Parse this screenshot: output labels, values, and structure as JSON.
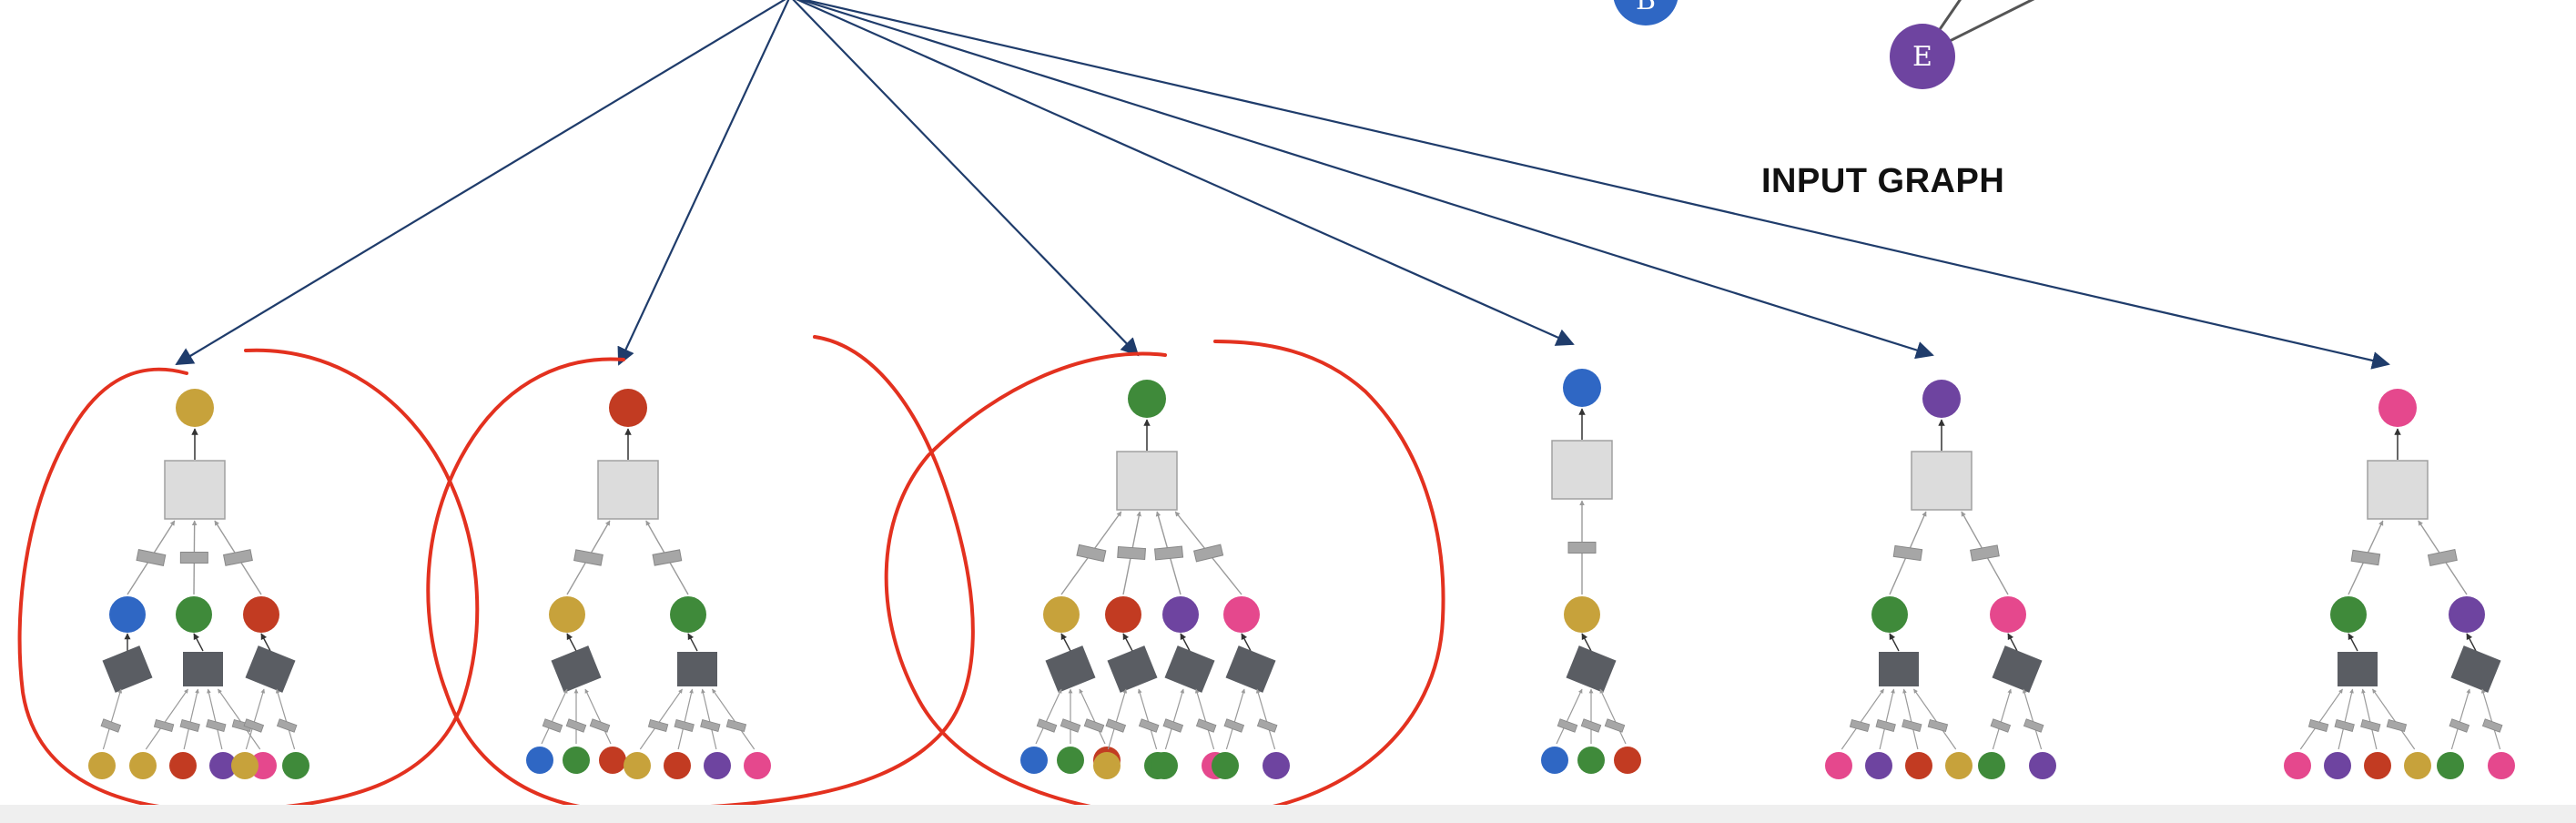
{
  "title": "INPUT GRAPH",
  "colors": {
    "gold": "#c7a23b",
    "red": "#c23b22",
    "green": "#3f8a3a",
    "blue": "#2f67c4",
    "purple": "#6e44a0",
    "pink": "#e5488d",
    "dark_box": "#5a5d63",
    "light_box": "#dcdcdc",
    "arrow": "#1f3c6b",
    "outline": "#e3311f"
  },
  "input_graph_nodes": [
    {
      "id": "B",
      "color": "blue"
    },
    {
      "id": "E",
      "color": "purple"
    }
  ],
  "trees": [
    {
      "root": "gold",
      "children": [
        {
          "node": "blue",
          "leaves": [
            "gold"
          ]
        },
        {
          "node": "green",
          "leaves": [
            "gold",
            "red",
            "purple",
            "pink"
          ]
        },
        {
          "node": "red",
          "leaves": [
            "gold",
            "green"
          ]
        }
      ],
      "outlined": true
    },
    {
      "root": "red",
      "children": [
        {
          "node": "gold",
          "leaves": [
            "blue",
            "green",
            "red"
          ]
        },
        {
          "node": "green",
          "leaves": [
            "gold",
            "red",
            "purple",
            "pink"
          ]
        }
      ],
      "outlined": true
    },
    {
      "root": "green",
      "children": [
        {
          "node": "gold",
          "leaves": [
            "blue",
            "green",
            "red"
          ]
        },
        {
          "node": "red",
          "leaves": [
            "gold",
            "green"
          ]
        },
        {
          "node": "purple",
          "leaves": [
            "green",
            "pink"
          ]
        },
        {
          "node": "pink",
          "leaves": [
            "green",
            "purple"
          ]
        }
      ],
      "outlined": true
    },
    {
      "root": "blue",
      "children": [
        {
          "node": "gold",
          "leaves": [
            "blue",
            "green",
            "red"
          ]
        }
      ],
      "outlined": false
    },
    {
      "root": "purple",
      "children": [
        {
          "node": "green",
          "leaves": [
            "pink",
            "purple",
            "red",
            "gold"
          ]
        },
        {
          "node": "pink",
          "leaves": [
            "green",
            "purple"
          ]
        }
      ],
      "outlined": false
    },
    {
      "root": "pink",
      "children": [
        {
          "node": "green",
          "leaves": [
            "pink",
            "purple",
            "red",
            "gold"
          ]
        },
        {
          "node": "purple",
          "leaves": [
            "green",
            "pink"
          ]
        }
      ],
      "outlined": false
    }
  ]
}
